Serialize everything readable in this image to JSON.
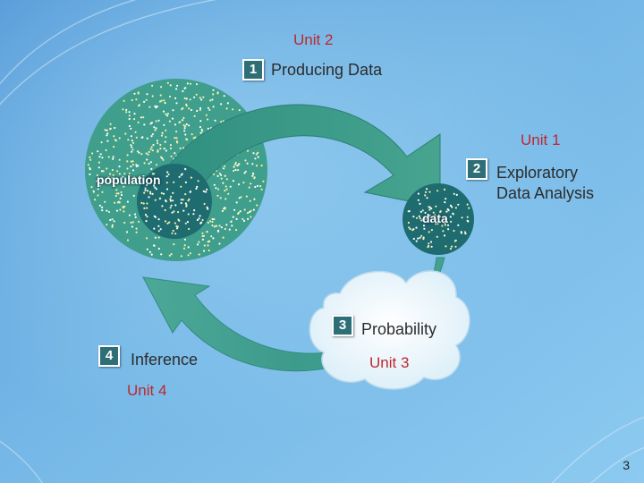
{
  "diagram": {
    "units": {
      "unit1": "Unit 1",
      "unit2": "Unit 2",
      "unit3": "Unit 3",
      "unit4": "Unit 4"
    },
    "steps": [
      {
        "number": "1",
        "label": "Producing Data"
      },
      {
        "number": "2",
        "label_line1": "Exploratory",
        "label_line2": "Data Analysis"
      },
      {
        "number": "3",
        "label": "Probability"
      },
      {
        "number": "4",
        "label": "Inference"
      }
    ],
    "circles": {
      "population": "population",
      "data": "data"
    }
  },
  "page_number": "3",
  "colors": {
    "background": "#6aaee0",
    "teal": "#3f9e8c",
    "dark_teal": "#1e6b70",
    "unit_text": "#c0272d",
    "badge": "#2e6f77"
  }
}
